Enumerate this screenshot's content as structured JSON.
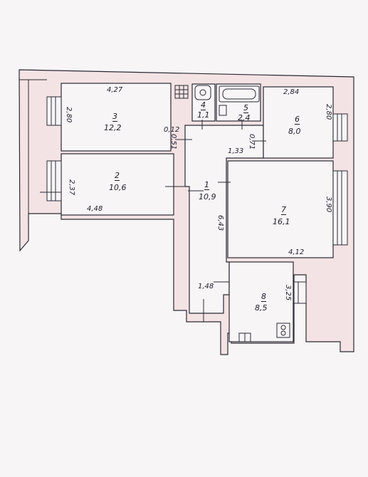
{
  "plan": {
    "colors": {
      "wall_fill": "#f4e3e4",
      "wall_line": "#2a2a35",
      "paper": "#f7f5f6",
      "pencil": "#1d1d2a"
    },
    "rooms": [
      {
        "id": "1",
        "number": "1",
        "area": "10,9"
      },
      {
        "id": "2",
        "number": "2",
        "area": "10,6"
      },
      {
        "id": "3",
        "number": "3",
        "area": "12,2"
      },
      {
        "id": "4",
        "number": "4",
        "area": "1,1"
      },
      {
        "id": "5",
        "number": "5",
        "area": "2,4"
      },
      {
        "id": "6",
        "number": "6",
        "area": "8,0"
      },
      {
        "id": "7",
        "number": "7",
        "area": "16,1"
      },
      {
        "id": "8",
        "number": "8",
        "area": "8,5"
      }
    ],
    "dimensions": {
      "room3_width": "4,27",
      "room3_height": "2,80",
      "room2_width": "4,48",
      "room2_height": "2,37",
      "room6_width": "2,84",
      "room6_height": "2,80",
      "room7_width": "4,12",
      "room7_height": "3,90",
      "room8_height": "3,25",
      "hall_length": "6,43",
      "hall_width": "1,33",
      "hall_bottom": "1,48",
      "niche_left": "0,12",
      "niche_left_2": "0,51",
      "niche_right": "0,71"
    },
    "icons": [
      "sink-icon",
      "toilet-icon",
      "bathtub-icon",
      "stove-icon",
      "ventilation-icon"
    ]
  }
}
